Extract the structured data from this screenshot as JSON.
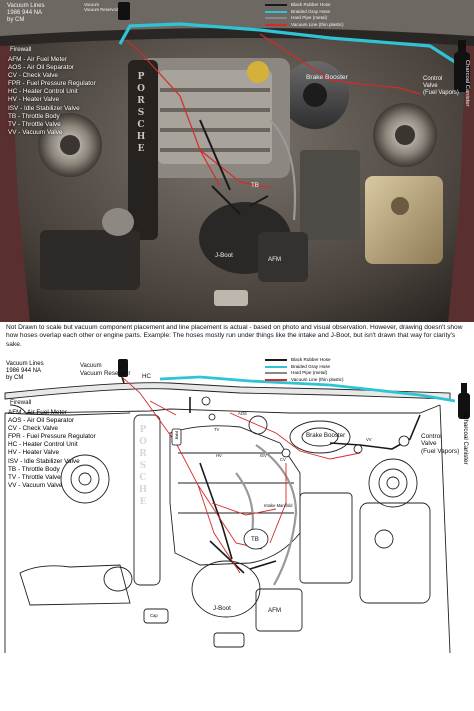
{
  "title": {
    "line1": "Vacuum Lines",
    "line2": "1986 944 NA",
    "line3": "by CM"
  },
  "legend": [
    {
      "label": "Black Rubber Hose",
      "color": "#1a1a1a"
    },
    {
      "label": "Braided Gray Hose",
      "color": "#2ec4d6"
    },
    {
      "label": "Hard Pipe (metal)",
      "color": "#888888"
    },
    {
      "label": "Vacuum Line (thin plastic)",
      "color": "#d42a2a"
    }
  ],
  "abbreviations": [
    "AFM - Air Fuel Meter",
    "AOS - Air Oil Separator",
    "CV - Check Valve",
    "FPR - Fuel Pressure Regulator",
    "HC - Heater Control Unit",
    "HV - Heater Valve",
    "ISV - Idle Stabilizer Valve",
    "TB - Throttle Body",
    "TV - Throttle Valve",
    "VV - Vacuum Valve"
  ],
  "caption": "Not Drawn to scale but vacuum component placement and line placement is actual - based on photo and visual observation. However, drawing doesn't show how hoses overlap each other or engine parts. Example: The hoses mostly run under things like the intake and J-Boot, but isn't drawn that way for clarity's sake.",
  "labels": {
    "firewall": "Firewall",
    "vacuum_reservoir": "Vacuum Reservoir",
    "vacuum": "Vacuum",
    "hc": "HC",
    "aos": "AOS",
    "tv": "TV",
    "fpr": "FPR",
    "isv": "ISV",
    "cv": "CV",
    "hv": "HV",
    "vv": "VV",
    "brake_booster": "Brake Booster",
    "control_valve": "Control Valve (Fuel Vapors)",
    "control": "Control",
    "valve": "Valve",
    "fuel_vapors": "(Fuel Vapors)",
    "charcoal_canister": "Charcoal Canister",
    "tb": "TB",
    "j_boot": "J-Boot",
    "afm": "AFM",
    "cap": "Cap",
    "intake_manifold": "Intake Manifold",
    "brand": "PORSCHE"
  }
}
